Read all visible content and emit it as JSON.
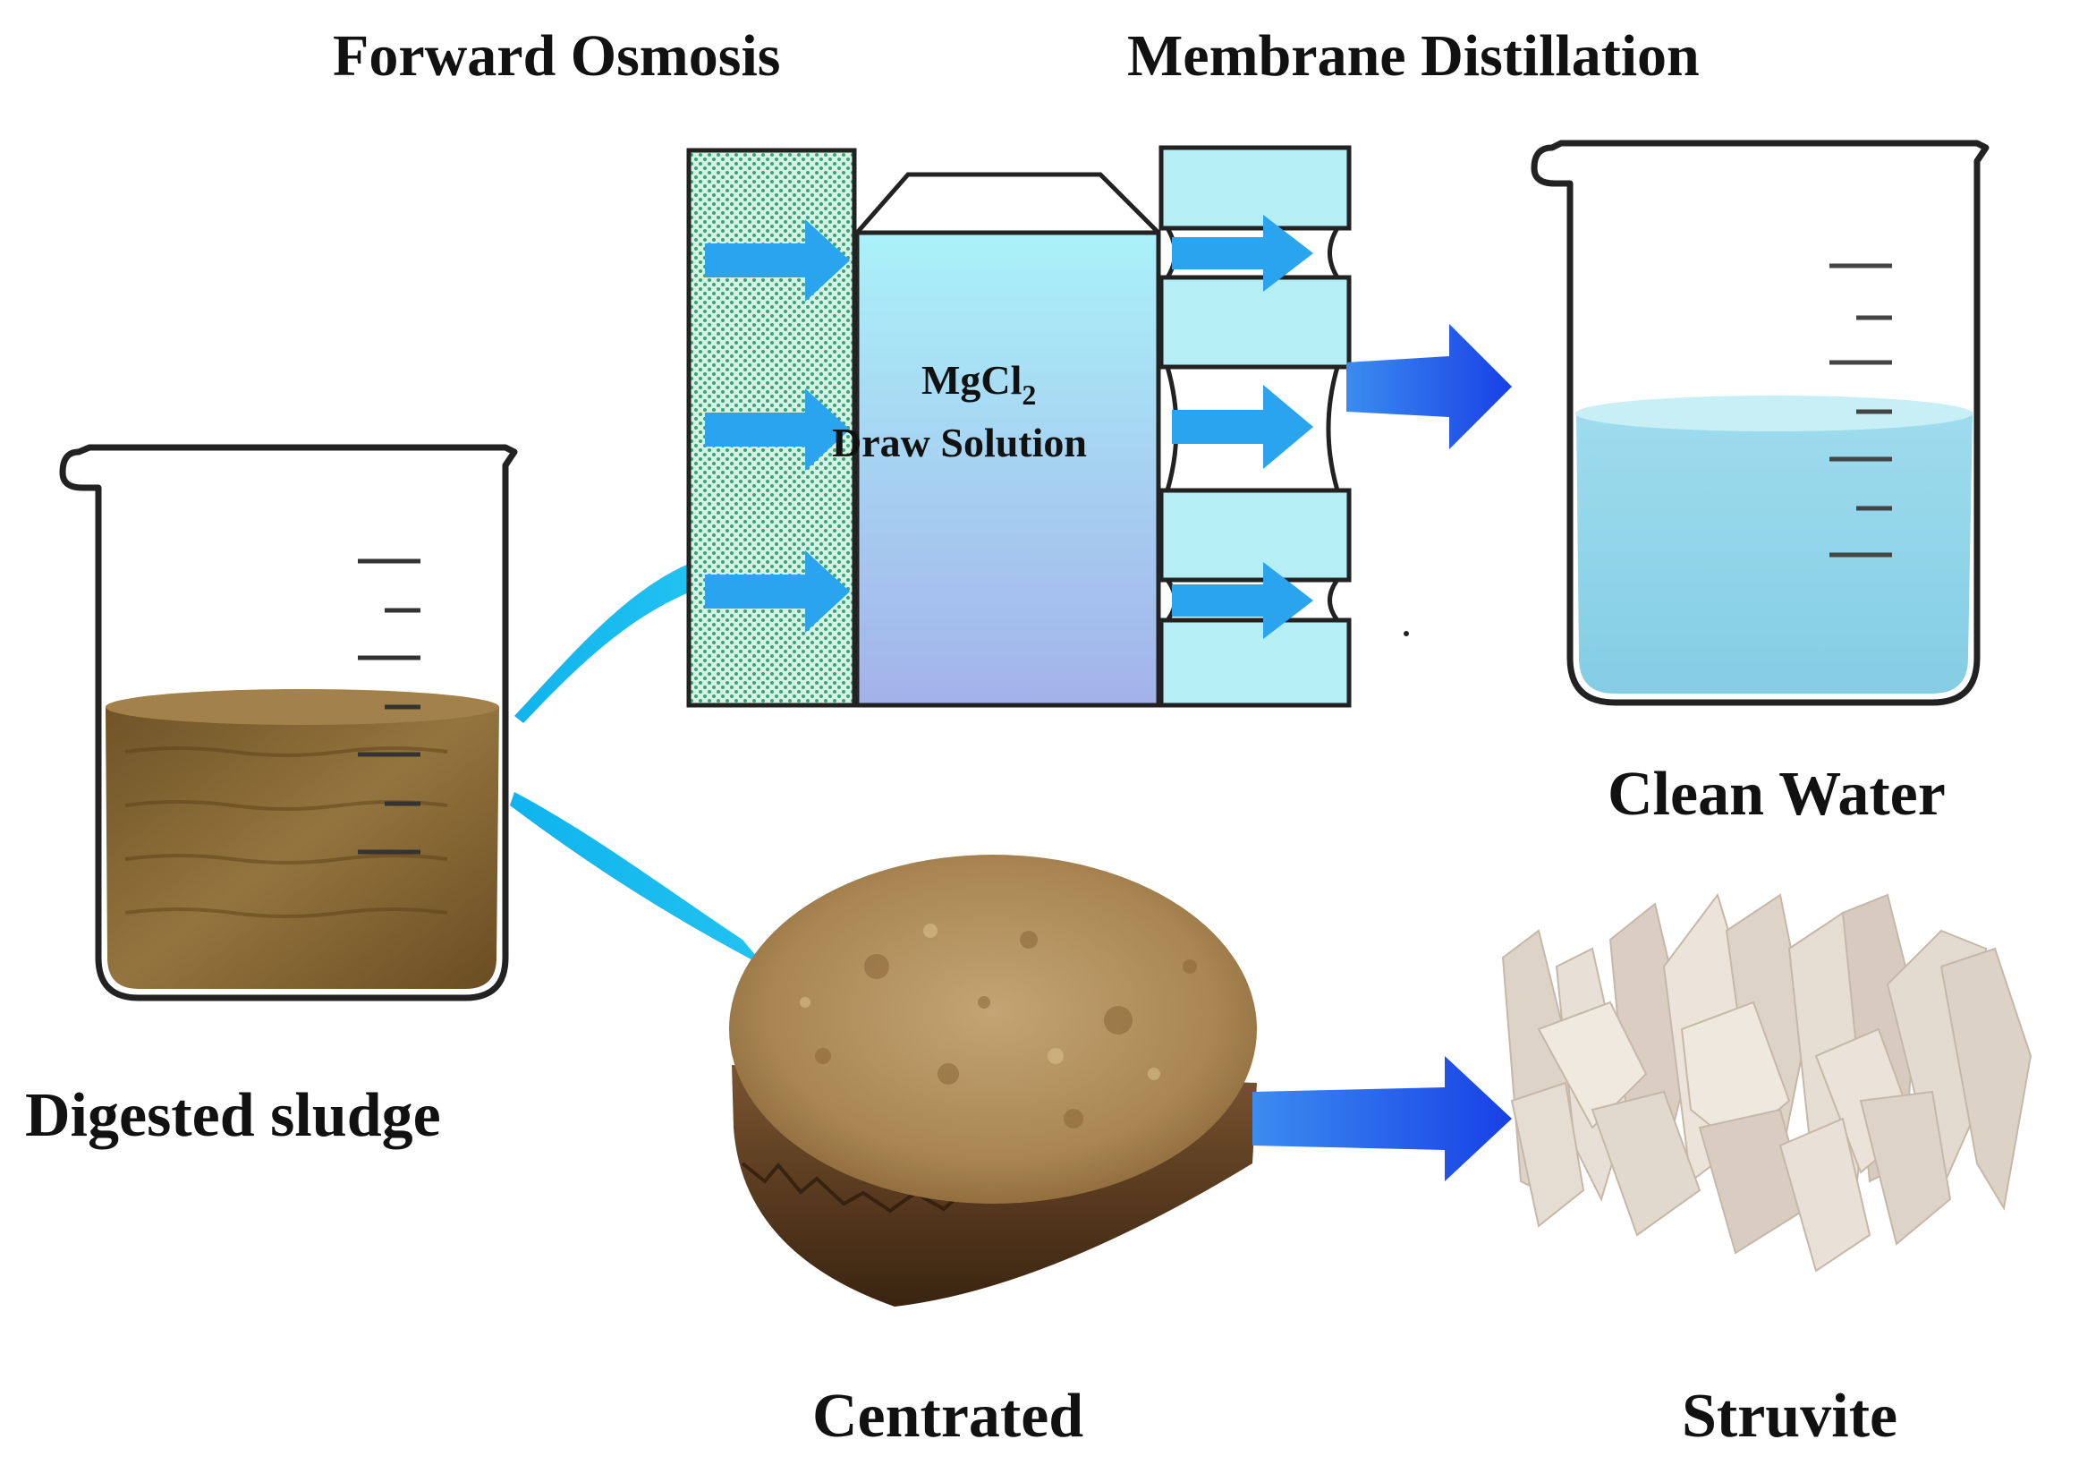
{
  "labels": {
    "forward_osmosis": "Forward Osmosis",
    "membrane_distillation": "Membrane Distillation",
    "digested_sludge": "Digested sludge",
    "clean_water": "Clean Water",
    "centrated": "Centrated",
    "struvite": "Struvite",
    "draw_solution_formula": "MgCl",
    "draw_solution_subscript": "2",
    "draw_solution_text": "Draw Solution"
  },
  "colors": {
    "sludge": "#8a6a3a",
    "water": "#8fd6ea",
    "fo_membrane": "#c8eedd",
    "draw_solution_top": "#aaf0f8",
    "draw_solution_bottom": "#a4b4ea",
    "arrow_light": "#2aa8f0",
    "arrow_dark": "#1b4ee8",
    "connector": "#12b6ee",
    "cake": "#a07a4c",
    "struvite": "#e4dcd2"
  }
}
